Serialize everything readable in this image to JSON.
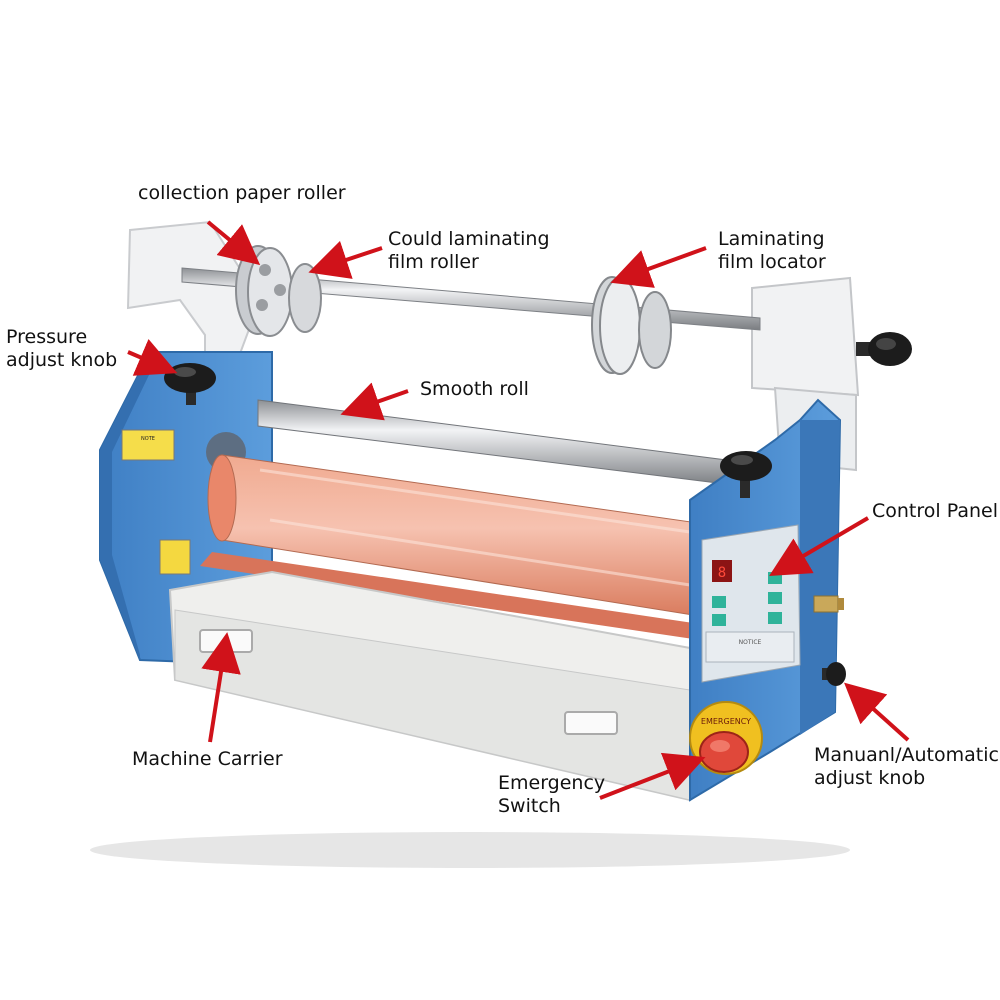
{
  "labels": {
    "collection_paper_roller": "collection paper roller",
    "cold_film_roller": [
      "Could laminating",
      "film roller"
    ],
    "film_locator": [
      "Laminating",
      "film locator"
    ],
    "pressure_knob": [
      "Pressure",
      "adjust knob"
    ],
    "smooth_roll": "Smooth roll",
    "control_panel": "Control Panel",
    "machine_carrier": "Machine Carrier",
    "emergency_switch": [
      "Emergency",
      "Switch"
    ],
    "mode_knob": [
      "Manuanl/Automatic",
      "adjust knob"
    ]
  },
  "colors": {
    "arrow": "#d0121a",
    "body_blue": "#4d8fd0",
    "base_white": "#eeeeec",
    "roll_orange": "#e7957a",
    "steel": "#b9bcc0",
    "knob": "#1c1c1c",
    "estop_red": "#e0483a",
    "estop_yellow": "#f0c020"
  },
  "machine_markings": {
    "warning_label": "NOTE",
    "panel_note": "NOTICE",
    "estop_ring": "EMERGENCY"
  }
}
